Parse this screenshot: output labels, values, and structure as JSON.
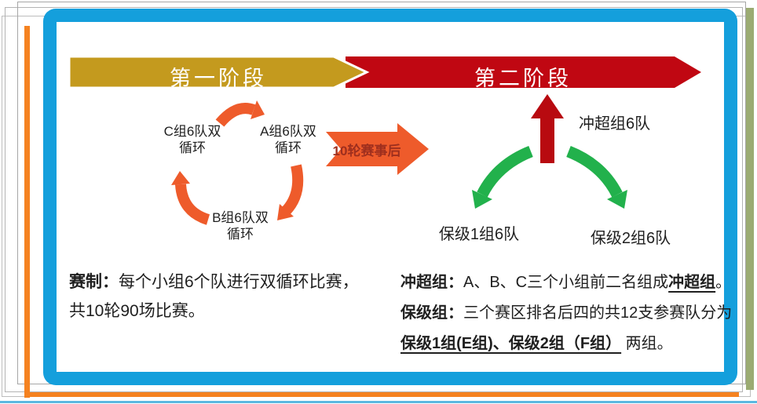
{
  "slide": {
    "banners": {
      "stage1_label": "第一阶段",
      "stage2_label": "第二阶段"
    },
    "cycle": {
      "c_group": {
        "line1": "C组6队双",
        "line2": "循环"
      },
      "a_group": {
        "line1": "A组6队双",
        "line2": "循环"
      },
      "b_group": {
        "line1": "B组6队双",
        "line2": "循环"
      }
    },
    "transition": {
      "label": "10轮赛事后"
    },
    "second_stage": {
      "promotion_label": "冲超组6队",
      "relegation1_label": "保级1组6队",
      "relegation2_label": "保级2组6队"
    },
    "notes": {
      "left": {
        "title": "赛制：",
        "line1": "每个小组6个队进行双循环比赛，",
        "line2": "共10轮90场比赛。"
      },
      "right": {
        "promotion_title": "冲超组：",
        "promotion_body": "A、B、C三个小组前二名组成",
        "promotion_emphasis": "冲超组",
        "promotion_suffix": "。",
        "relegation_title": "保级组：",
        "relegation_body": "三个赛区排名后四的共12支参赛队分为",
        "relegation_emphasis": "保级1组(E组)、保级2组（F组）",
        "relegation_suffix": " 两组。"
      }
    }
  },
  "colors": {
    "gold": "#C49A1E",
    "red": "#C00712",
    "dark_red": "#B80A10",
    "orange": "#EE5B2B",
    "green": "#22B14C",
    "blue_frame": "#149FDC",
    "olive_bar": "#9BAB72",
    "orange_frame": "#F58220",
    "arrow_text": "#9E2F1E",
    "banner_text": "#FFFFFF",
    "body_text": "#1F1F1F"
  }
}
